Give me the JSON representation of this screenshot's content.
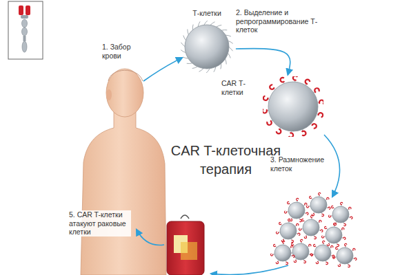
{
  "diagram": {
    "title": "CAR T-клеточная терапия",
    "nodes": [
      {
        "text": [
          "Т-клетки"
        ]
      },
      {
        "text": [
          "CAR Т-клетки"
        ]
      }
    ],
    "edges": [
      {
        "from": 0,
        "to": 1,
        "label": "2. Выделение и репрограммирование Т-клеток",
        "arrow": "to"
      }
    ],
    "labels": [
      "1. Забор крови",
      "3. Размножение клеток",
      "5. CAR T-клетки атакуют раковые клетки"
    ]
  }
}
